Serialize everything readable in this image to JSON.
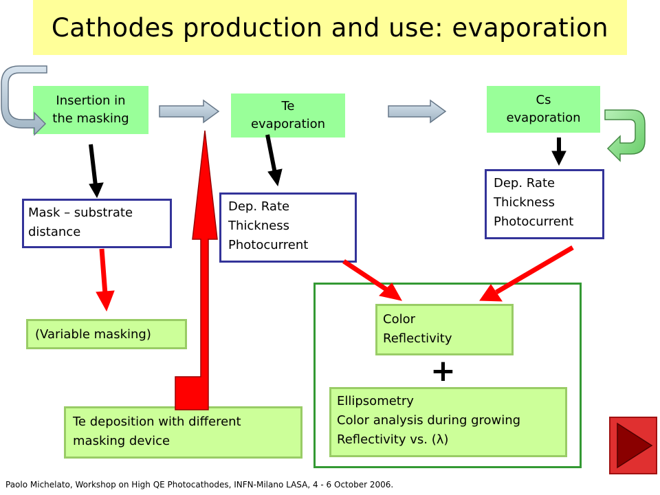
{
  "slide": {
    "title": "Cathodes production and use: evaporation",
    "footer": "Paolo Michelato, Workshop on High  QE Photocathodes, INFN-Milano LASA, 4 - 6 October 2006."
  },
  "steps": {
    "insertion": "Insertion in\nthe masking",
    "te": "Te\nevaporation",
    "cs": "Cs\nevaporation"
  },
  "boxes": {
    "mask_distance": "Mask – substrate\n distance",
    "variable_masking": "(Variable masking)",
    "te_deposition": "Te deposition with different\n masking device",
    "te_params": "Dep. Rate\nThickness\nPhotocurrent",
    "cs_params": "Dep. Rate\nThickness\nPhotocurrent",
    "color_reflectivity": "Color\nReflectivity",
    "plus": "+",
    "ellipsometry": "Ellipsometry\nColor analysis during growing\nReflectivity vs. (λ)"
  },
  "colors": {
    "title_bg": "#ffff99",
    "step_bg": "#99ff99",
    "result_bg": "#ccff99",
    "param_border": "#333399",
    "arrow_red": "#ff0000",
    "arrow_blue_gray": "#b8ccd9"
  },
  "icons": [
    "curved-arrow-icon",
    "flow-arrow-icon",
    "next-slide-icon"
  ]
}
